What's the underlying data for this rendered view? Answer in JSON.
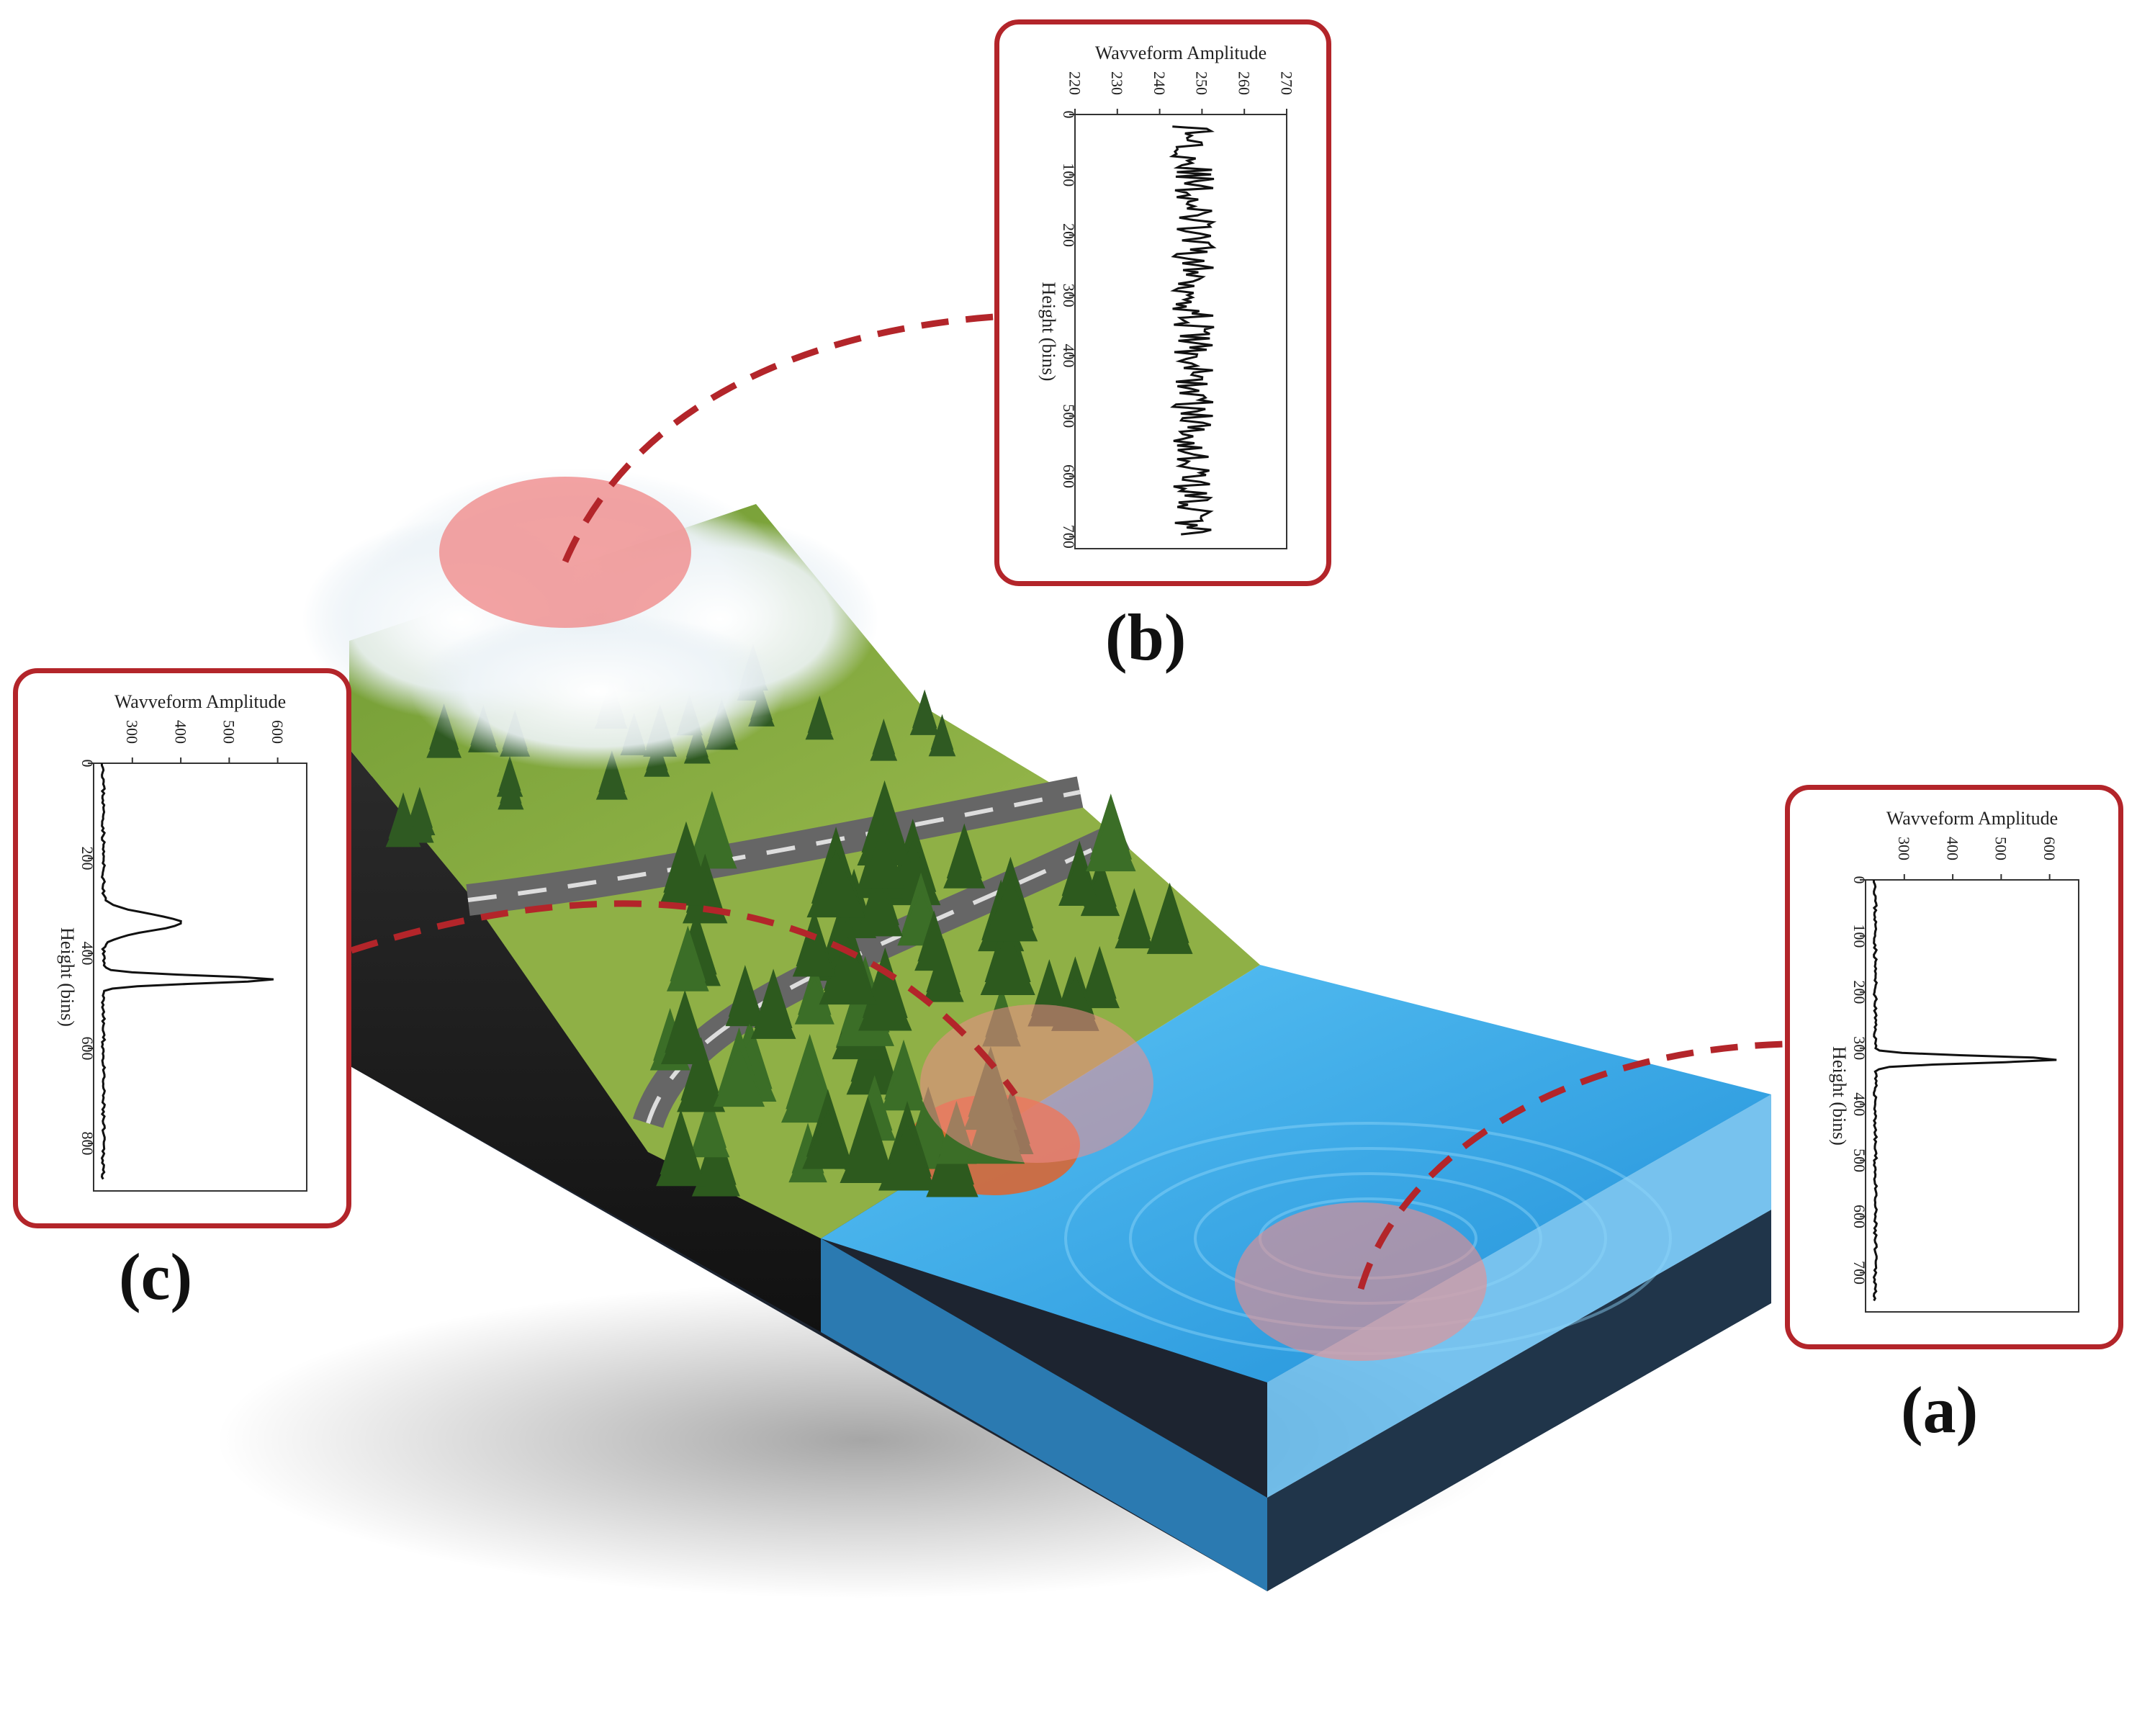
{
  "captions": {
    "a": "(a)",
    "b": "(b)",
    "c": "(c)"
  },
  "colors": {
    "frame": "#b3252a",
    "leader": "#b3252a",
    "footprint": "#f08c8c",
    "water": "#2fa6e8",
    "grass": "#7fa33c",
    "forest": "#2d5a1e",
    "road": "#6b6b6b"
  },
  "chart_data": [
    {
      "id": "b",
      "type": "line",
      "title": "Wavveform Amplitude",
      "ylabel": "Height (bins)",
      "x_ticks": [
        220,
        230,
        240,
        250,
        260,
        270
      ],
      "y_ticks": [
        0,
        100,
        200,
        300,
        400,
        500,
        600,
        700
      ],
      "xlim": [
        220,
        270
      ],
      "ylim": [
        0,
        720
      ],
      "orientation": "vertical-waveform",
      "waveform": {
        "baseline": 248,
        "noise": 5,
        "start": 20,
        "end": 700,
        "peaks": []
      }
    },
    {
      "id": "c",
      "type": "line",
      "title": "Wavveform Amplitude",
      "ylabel": "Height (bins)",
      "x_ticks": [
        300,
        400,
        500,
        600
      ],
      "y_ticks": [
        0,
        200,
        400,
        600,
        800
      ],
      "xlim": [
        220,
        660
      ],
      "ylim": [
        0,
        900
      ],
      "orientation": "vertical-waveform",
      "waveform": {
        "baseline": 240,
        "noise": 3,
        "start": 0,
        "end": 880,
        "peaks": [
          {
            "center": 335,
            "amplitude": 400,
            "width": 18
          },
          {
            "center": 455,
            "amplitude": 590,
            "width": 8
          }
        ]
      }
    },
    {
      "id": "a",
      "type": "line",
      "title": "Wavveform Amplitude",
      "ylabel": "Height (bins)",
      "x_ticks": [
        300,
        400,
        500,
        600
      ],
      "y_ticks": [
        0,
        100,
        200,
        300,
        400,
        500,
        600,
        700
      ],
      "xlim": [
        220,
        660
      ],
      "ylim": [
        0,
        770
      ],
      "orientation": "vertical-waveform",
      "waveform": {
        "baseline": 240,
        "noise": 3,
        "start": 0,
        "end": 750,
        "peaks": [
          {
            "center": 320,
            "amplitude": 620,
            "width": 6
          }
        ]
      }
    }
  ]
}
